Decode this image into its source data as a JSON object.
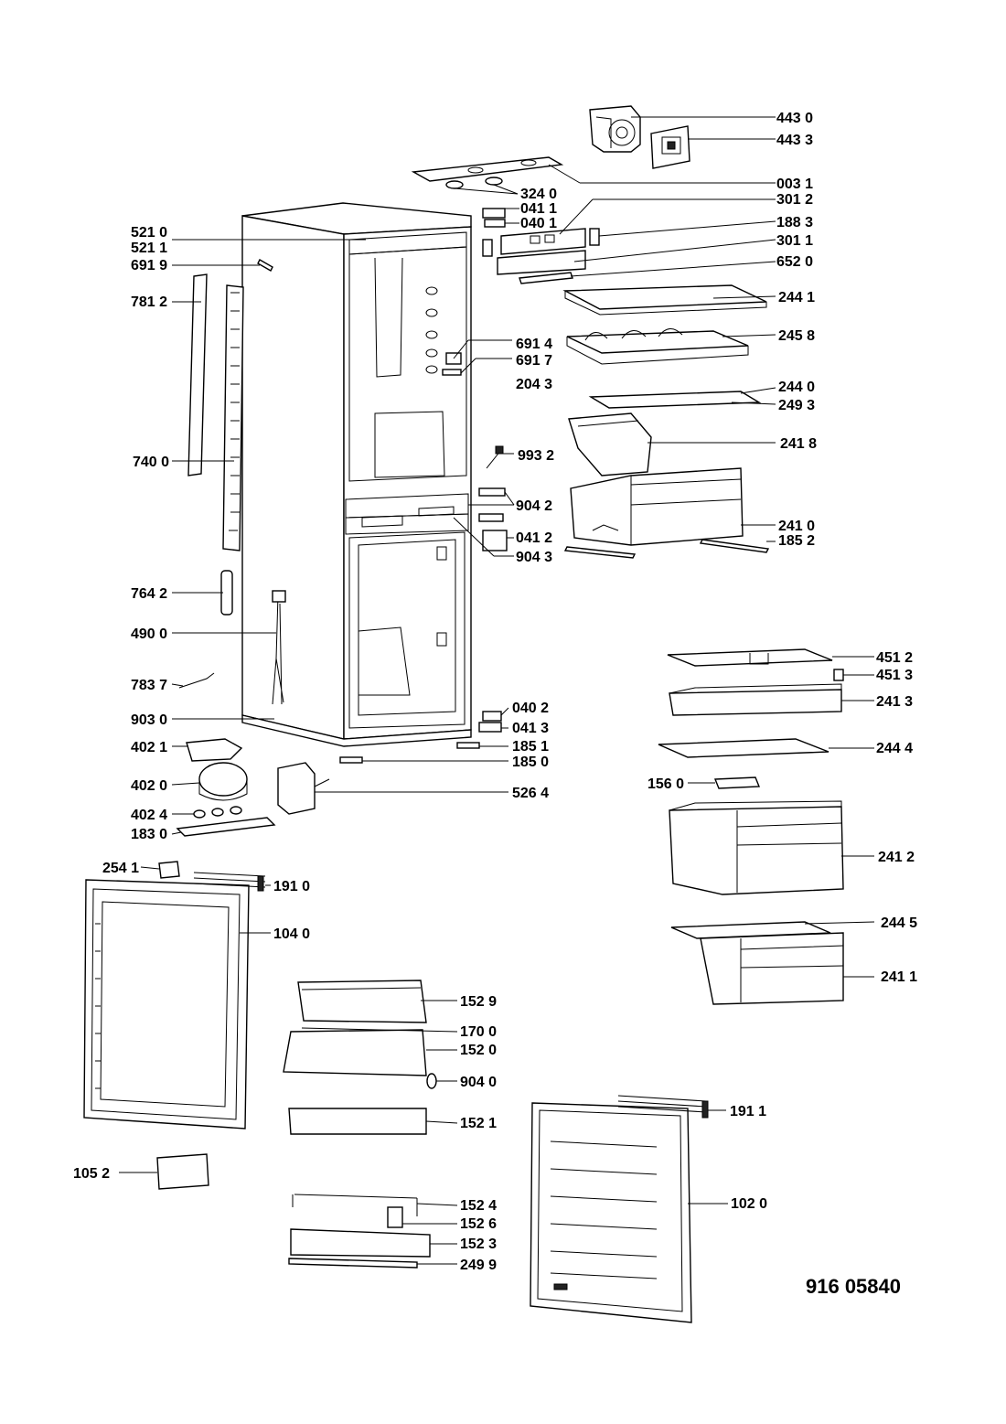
{
  "diagram_ref": "916 05840",
  "labels": [
    "443 0",
    "443 3",
    "003 1",
    "324 0",
    "041 1",
    "301 2",
    "040 1",
    "188 3",
    "301 1",
    "652 0",
    "244 1",
    "245 8",
    "691 4",
    "691 7",
    "204 3",
    "244 0",
    "249 3",
    "241 8",
    "993 2",
    "904 2",
    "241 0",
    "041 2",
    "185 2",
    "904 3",
    "521 0",
    "521 1",
    "691 9",
    "781 2",
    "740 0",
    "764 2",
    "490 0",
    "783 7",
    "903 0",
    "402 1",
    "402 0",
    "402 4",
    "183 0",
    "451 2",
    "451 3",
    "241 3",
    "040 2",
    "041 3",
    "185 1",
    "185 0",
    "244 4",
    "526 4",
    "156 0",
    "241 2",
    "254 1",
    "191 0",
    "104 0",
    "244 5",
    "241 1",
    "152 9",
    "170 0",
    "152 0",
    "904 0",
    "152 1",
    "191 1",
    "105 2",
    "152 4",
    "102 0",
    "152 6",
    "152 3",
    "249 9"
  ]
}
